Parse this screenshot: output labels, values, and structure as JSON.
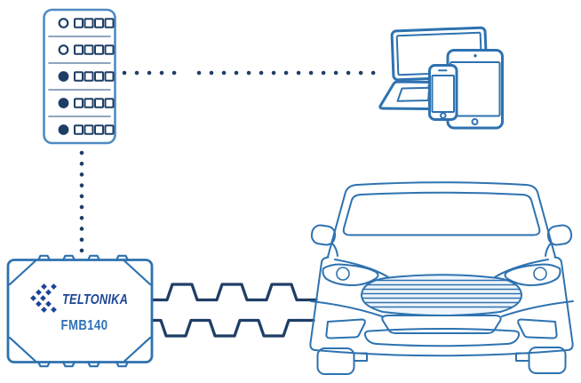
{
  "colors": {
    "background": "#ffffff",
    "outline_blue": "#2e72b0",
    "rack_blue": "#4e8ac3",
    "rack_divider": "#7f9ab5",
    "navy": "#1f3e66",
    "logo_blue": "#1c4596",
    "model_blue": "#2e72b8",
    "grille_fill": "#eef5fb"
  },
  "nodes": {
    "server": {
      "name": "server-rack",
      "rows": [
        {
          "led": "off",
          "led_class": "led-hollow"
        },
        {
          "led": "off",
          "led_class": "led-hollow"
        },
        {
          "led": "on",
          "led_class": "led-filled"
        },
        {
          "led": "on",
          "led_class": "led-filled"
        },
        {
          "led": "on",
          "led_class": "led-filled"
        }
      ]
    },
    "client_devices": {
      "name": "client-devices",
      "items": [
        "laptop",
        "smartphone",
        "tablet"
      ]
    },
    "tracker": {
      "name": "fmb140-tracker",
      "brand": "TELTONIKA",
      "model": "FMB140"
    },
    "vehicle": {
      "name": "car"
    }
  },
  "connections": [
    {
      "from": "server-rack",
      "to": "client-devices",
      "style": "dotted"
    },
    {
      "from": "server-rack",
      "to": "fmb140-tracker",
      "style": "dotted"
    },
    {
      "from": "fmb140-tracker",
      "to": "car",
      "style": "corrugated-cable"
    }
  ]
}
